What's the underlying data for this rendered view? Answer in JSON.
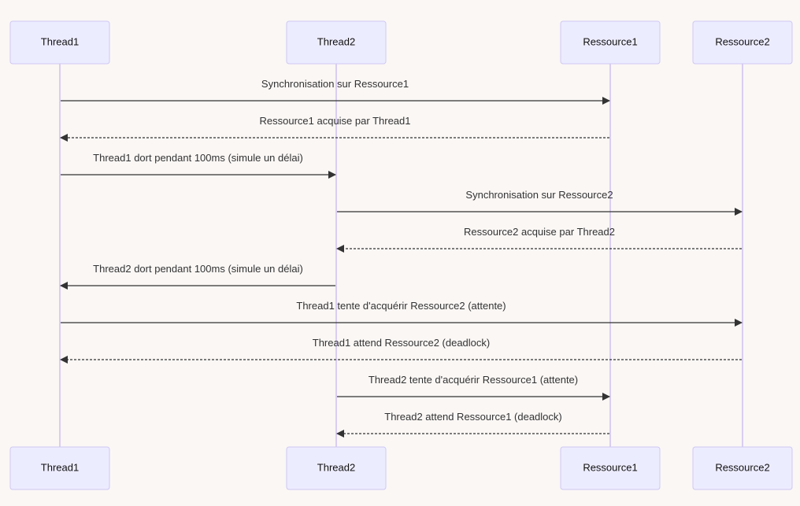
{
  "diagram": {
    "type": "sequence",
    "participants": [
      {
        "id": "T1",
        "label": "Thread1"
      },
      {
        "id": "T2",
        "label": "Thread2"
      },
      {
        "id": "R1",
        "label": "Ressource1"
      },
      {
        "id": "R2",
        "label": "Ressource2"
      }
    ],
    "messages": [
      {
        "from": "T1",
        "to": "R1",
        "style": "solid",
        "label": "Synchronisation sur Ressource1"
      },
      {
        "from": "R1",
        "to": "T1",
        "style": "dashed",
        "label": "Ressource1 acquise par Thread1"
      },
      {
        "from": "T1",
        "to": "T2",
        "style": "solid",
        "label": "Thread1 dort pendant 100ms (simule un délai)"
      },
      {
        "from": "T2",
        "to": "R2",
        "style": "solid",
        "label": "Synchronisation sur Ressource2"
      },
      {
        "from": "R2",
        "to": "T2",
        "style": "dashed",
        "label": "Ressource2 acquise par Thread2"
      },
      {
        "from": "T2",
        "to": "T1",
        "style": "solid",
        "label": "Thread2 dort pendant 100ms (simule un délai)"
      },
      {
        "from": "T1",
        "to": "R2",
        "style": "solid",
        "label": "Thread1 tente d'acquérir Ressource2 (attente)"
      },
      {
        "from": "R2",
        "to": "T1",
        "style": "dashed",
        "label": "Thread1 attend Ressource2 (deadlock)"
      },
      {
        "from": "T2",
        "to": "R1",
        "style": "solid",
        "label": "Thread2 tente d'acquérir Ressource1 (attente)"
      },
      {
        "from": "R1",
        "to": "T2",
        "style": "dashed",
        "label": "Thread2 attend Ressource1 (deadlock)"
      }
    ]
  }
}
